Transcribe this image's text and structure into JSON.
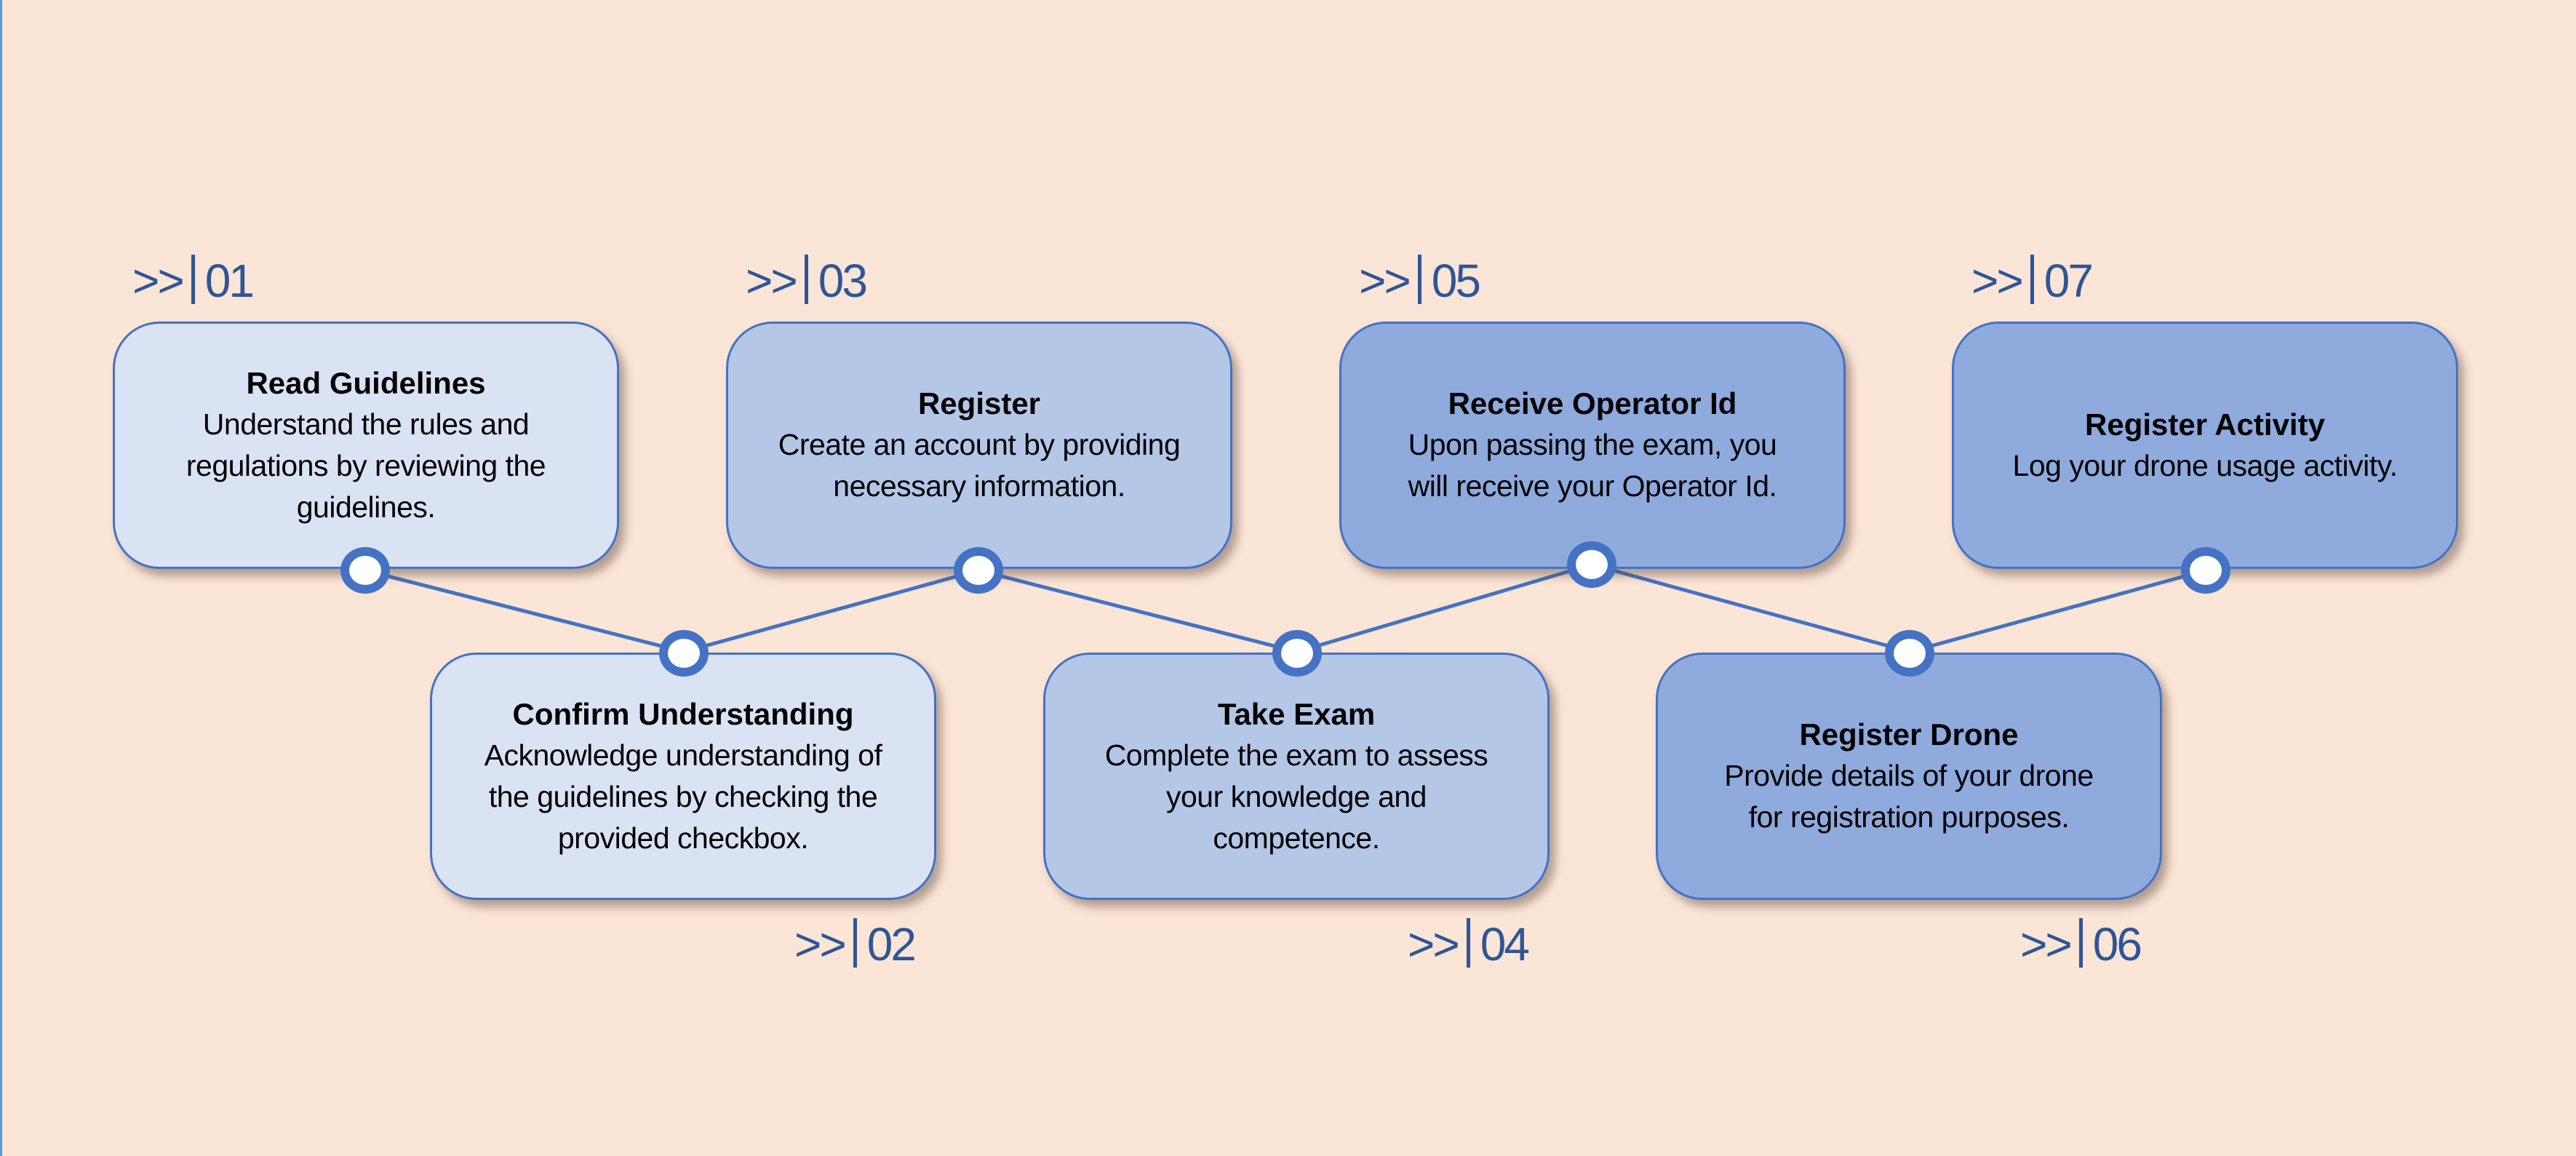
{
  "colors": {
    "background": "#FBE5D7",
    "accent": "#4472C4",
    "label": "#2F5597",
    "card_light": "#DAE3F3",
    "card_mid": "#B4C7E7",
    "card_dark": "#8FAADC"
  },
  "label_prefix": ">>",
  "steps": [
    {
      "number": "01",
      "title": "Read Guidelines",
      "description": "Understand the rules and regulations by reviewing the guidelines."
    },
    {
      "number": "02",
      "title": "Confirm Understanding",
      "description": "Acknowledge understanding of the guidelines by checking the provided checkbox."
    },
    {
      "number": "03",
      "title": "Register",
      "description": "Create an account by providing necessary information."
    },
    {
      "number": "04",
      "title": "Take Exam",
      "description": "Complete the exam to assess your knowledge and competence."
    },
    {
      "number": "05",
      "title": "Receive Operator Id",
      "description": "Upon passing the exam, you will receive your Operator Id."
    },
    {
      "number": "06",
      "title": "Register Drone",
      "description": "Provide details of your drone for registration purposes."
    },
    {
      "number": "07",
      "title": "Register Activity",
      "description": "Log your drone usage activity."
    }
  ]
}
